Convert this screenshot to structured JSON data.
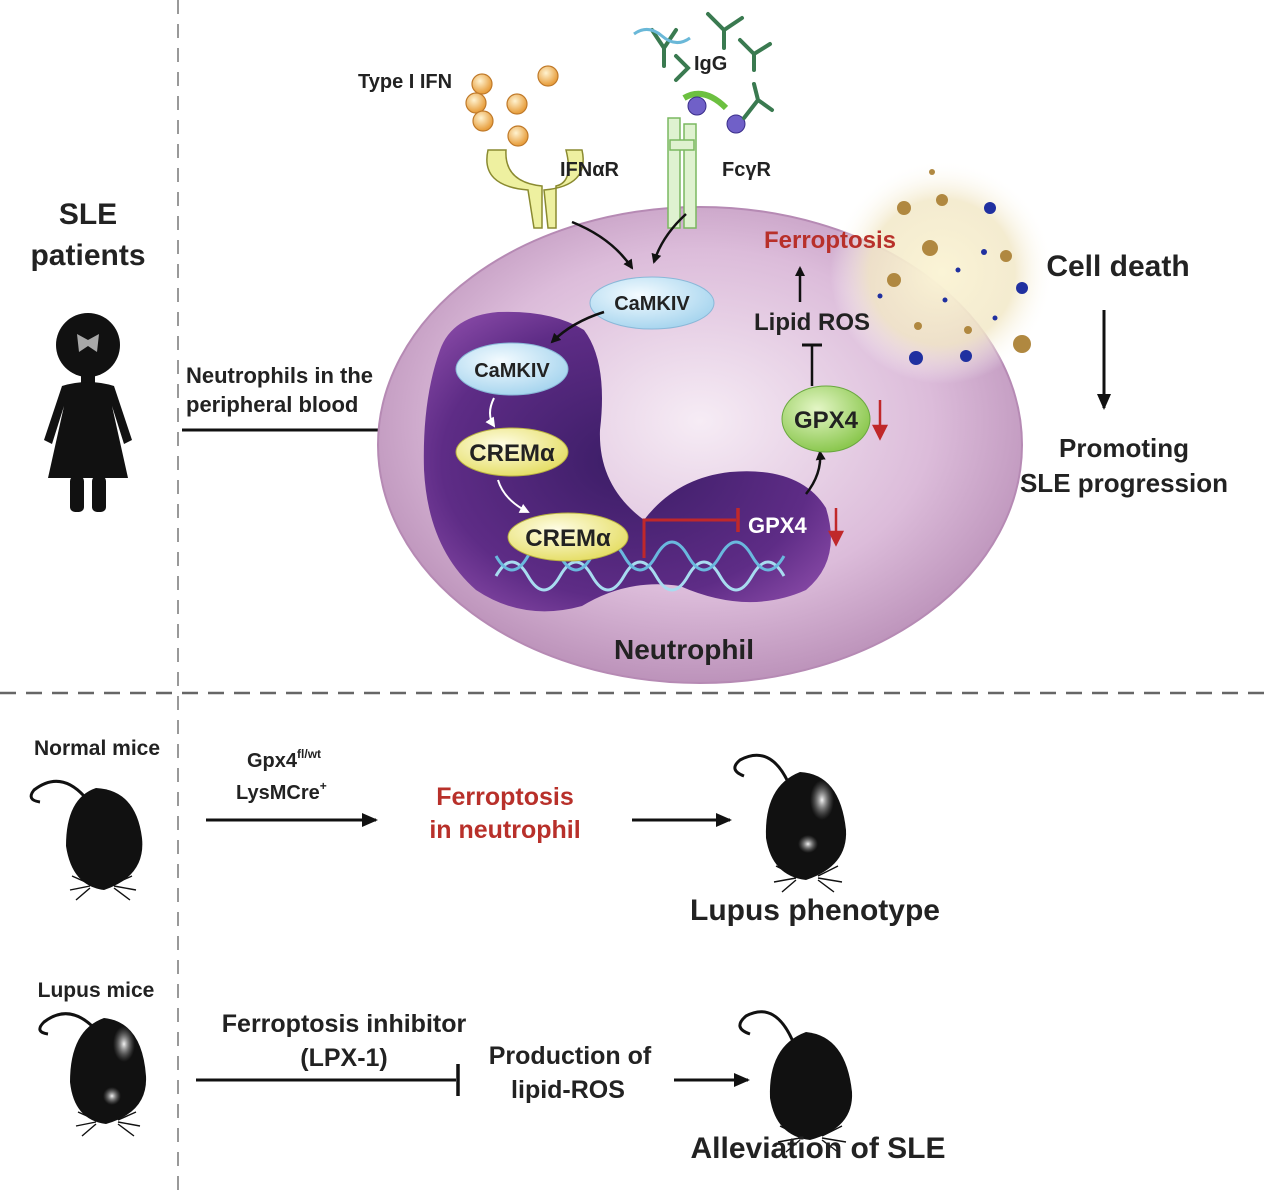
{
  "patients": {
    "line1": "SLE",
    "line2": "patients"
  },
  "blood": {
    "line1": "Neutrophils in the",
    "line2": "peripheral blood"
  },
  "receptors": {
    "ifn": "Type I IFN",
    "igg": "IgG",
    "ifnar": "IFNαR",
    "fcgr": "FcγR"
  },
  "cell": {
    "camkiv_membrane": "CaMKIV",
    "camkiv_nucleus": "CaMKIV",
    "crem1": "CREMα",
    "crem2": "CREMα",
    "gpx4_gene": "GPX4",
    "gpx4_protein": "GPX4",
    "lipid_ros": "Lipid ROS",
    "ferroptosis": "Ferroptosis",
    "neutrophil": "Neutrophil"
  },
  "outcome": {
    "cell_death": "Cell death",
    "promoting1": "Promoting",
    "promoting2": "SLE progression"
  },
  "normal": {
    "label": "Normal mice",
    "genotype1": "Gpx4",
    "genotype1_sup": "fl/wt",
    "genotype2": "LysMCre",
    "genotype2_sup": "+",
    "ferro1": "Ferroptosis",
    "ferro2": "in neutrophil",
    "result": "Lupus phenotype"
  },
  "lupus": {
    "label": "Lupus mice",
    "inhibitor1": "Ferroptosis inhibitor",
    "inhibitor2": "(LPX-1)",
    "production1": "Production of",
    "production2": "lipid-ROS",
    "result": "Alleviation of SLE"
  },
  "colors": {
    "red_text": "#b8302a",
    "membrane": "#c9a0c6",
    "nucleus": "#5b2a7e",
    "gpx4_bubble": "#a8d870",
    "camkiv_bubble": "#d4ecf8",
    "crem_bubble": "#f3f0a8",
    "inhibit_red": "#c0282a"
  }
}
